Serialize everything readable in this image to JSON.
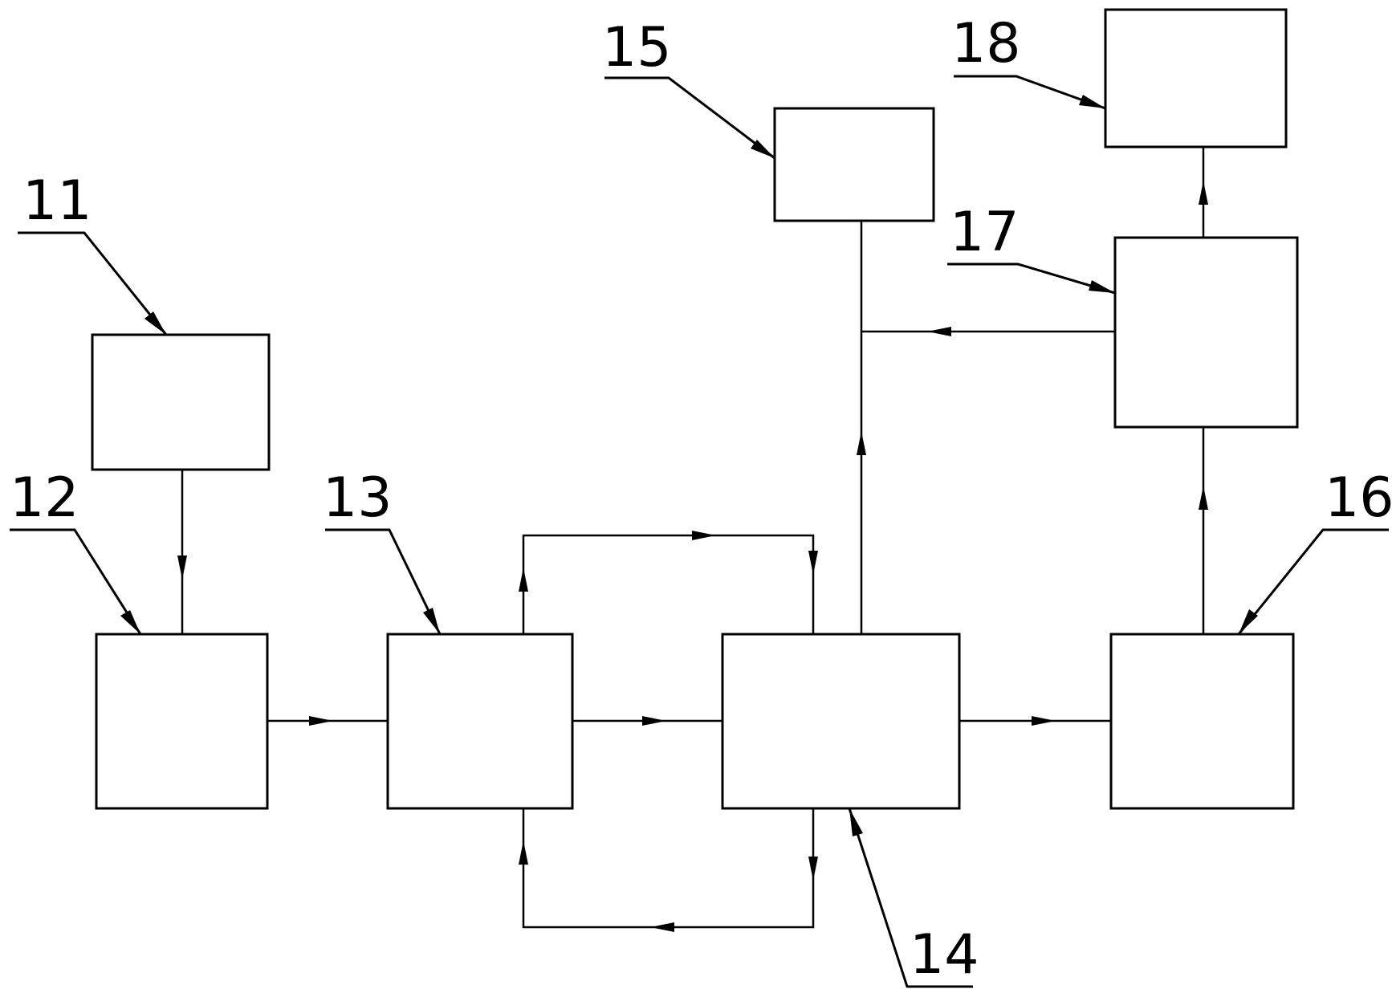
{
  "diagram": {
    "labels": {
      "l11": "11",
      "l12": "12",
      "l13": "13",
      "l14": "14",
      "l15": "15",
      "l16": "16",
      "l17": "17",
      "l18": "18"
    },
    "blocks": [
      "11",
      "12",
      "13",
      "14",
      "15",
      "16",
      "17",
      "18"
    ],
    "connections": [
      {
        "from": "11",
        "to": "12"
      },
      {
        "from": "12",
        "to": "13"
      },
      {
        "from": "13",
        "to": "14"
      },
      {
        "from": "13",
        "to": "14",
        "route": "top loop"
      },
      {
        "from": "14",
        "to": "13",
        "route": "bottom loop"
      },
      {
        "from": "14",
        "to": "15"
      },
      {
        "from": "17",
        "to": "15"
      },
      {
        "from": "14",
        "to": "16"
      },
      {
        "from": "16",
        "to": "17"
      },
      {
        "from": "17",
        "to": "18"
      }
    ],
    "colors": {
      "stroke": "#000000",
      "background": "#ffffff"
    }
  }
}
